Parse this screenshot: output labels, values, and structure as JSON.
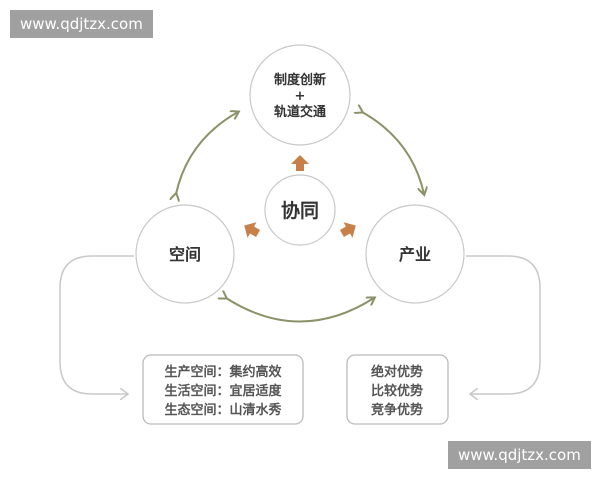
{
  "watermark_top": "www.qdjtzx.com",
  "watermark_bottom": "www.qdjtzx.com",
  "nodes": {
    "top": {
      "line1": "制度创新",
      "line2": "+",
      "line3": "轨道交通"
    },
    "center": "协同",
    "left": "空间",
    "right": "产业"
  },
  "left_box": {
    "line1": "生产空间：集约高效",
    "line2": "生活空间：宜居适度",
    "line3": "生态空间：山清水秀"
  },
  "right_box": {
    "line1": "绝对优势",
    "line2": "比较优势",
    "line3": "竞争优势"
  },
  "colors": {
    "green_arrow": "#8a9268",
    "orange_arrow": "#c8804a",
    "circle_stroke": "#c8c8c8",
    "box_stroke": "#bbbbbb",
    "text": "#333333"
  }
}
